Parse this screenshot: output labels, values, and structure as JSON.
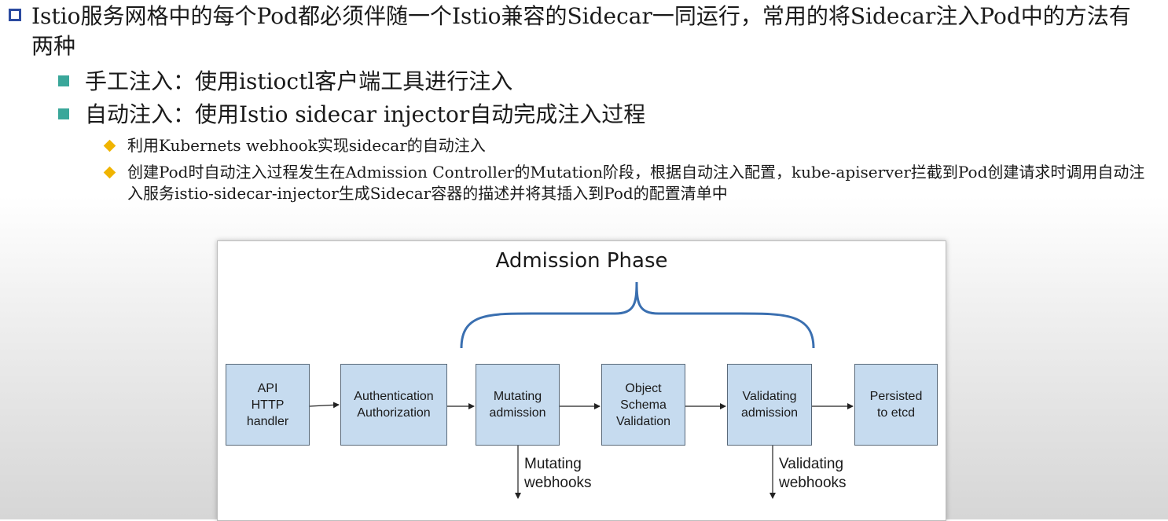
{
  "bullets": {
    "l1": {
      "text": "Istio服务网格中的每个Pod都必须伴随一个Istio兼容的Sidecar一同运行，常用的将Sidecar注入Pod中的方法有两种"
    },
    "l2": [
      {
        "text": "手工注入：使用istioctl客户端工具进行注入"
      },
      {
        "text": "自动注入：使用Istio sidecar injector自动完成注入过程"
      }
    ],
    "l3": [
      {
        "text": "利用Kubernets webhook实现sidecar的自动注入"
      },
      {
        "text": "创建Pod时自动注入过程发生在Admission Controller的Mutation阶段，根据自动注入配置，kube-apiserver拦截到Pod创建请求时调用自动注入服务istio-sidecar-injector生成Sidecar容器的描述并将其插入到Pod的配置清单中"
      }
    ]
  },
  "diagram": {
    "phase_title": "Admission Phase",
    "nodes": [
      {
        "id": "api",
        "label": "API\nHTTP\nhandler"
      },
      {
        "id": "auth",
        "label": "Authentication\nAuthorization"
      },
      {
        "id": "mutating",
        "label": "Mutating\nadmission"
      },
      {
        "id": "schema",
        "label": "Object\nSchema\nValidation"
      },
      {
        "id": "validating",
        "label": "Validating\nadmission"
      },
      {
        "id": "persist",
        "label": "Persisted\nto etcd"
      }
    ],
    "webhooks": [
      {
        "label": "Mutating\nwebhooks"
      },
      {
        "label": "Validating\nwebhooks"
      }
    ],
    "colors": {
      "node_fill": "#c6dbef",
      "brace": "#3a6fb0",
      "bullet_l1": "#2b4aa0",
      "bullet_l2": "#3aa79a",
      "bullet_l3": "#f0b400"
    }
  }
}
